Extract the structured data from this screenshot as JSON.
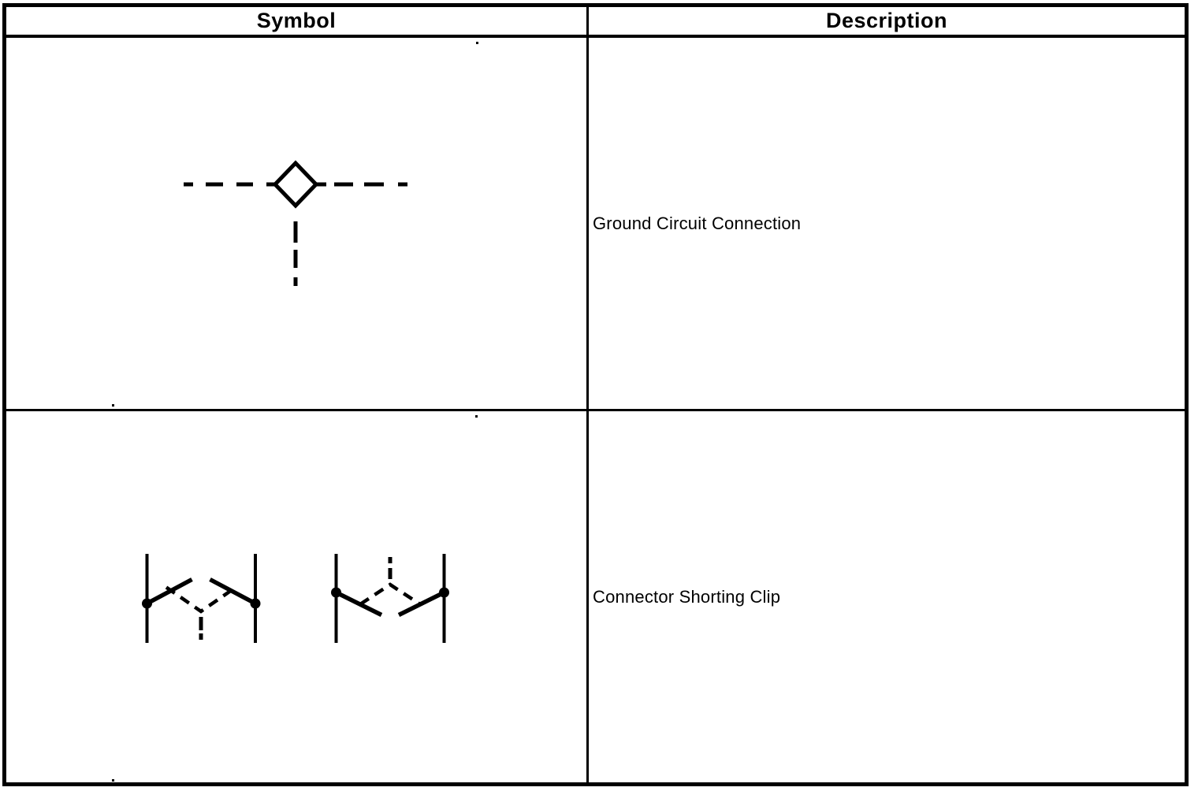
{
  "table": {
    "columns": [
      {
        "label": "Symbol"
      },
      {
        "label": "Description"
      }
    ],
    "rows": [
      {
        "symbol_name": "ground-circuit-connection-symbol",
        "description": "Ground Circuit Connection"
      },
      {
        "symbol_name": "connector-shorting-clip-symbols",
        "description": "Connector Shorting Clip"
      }
    ]
  },
  "colors": {
    "line": "#000000",
    "background": "#ffffff",
    "text": "#000000"
  }
}
